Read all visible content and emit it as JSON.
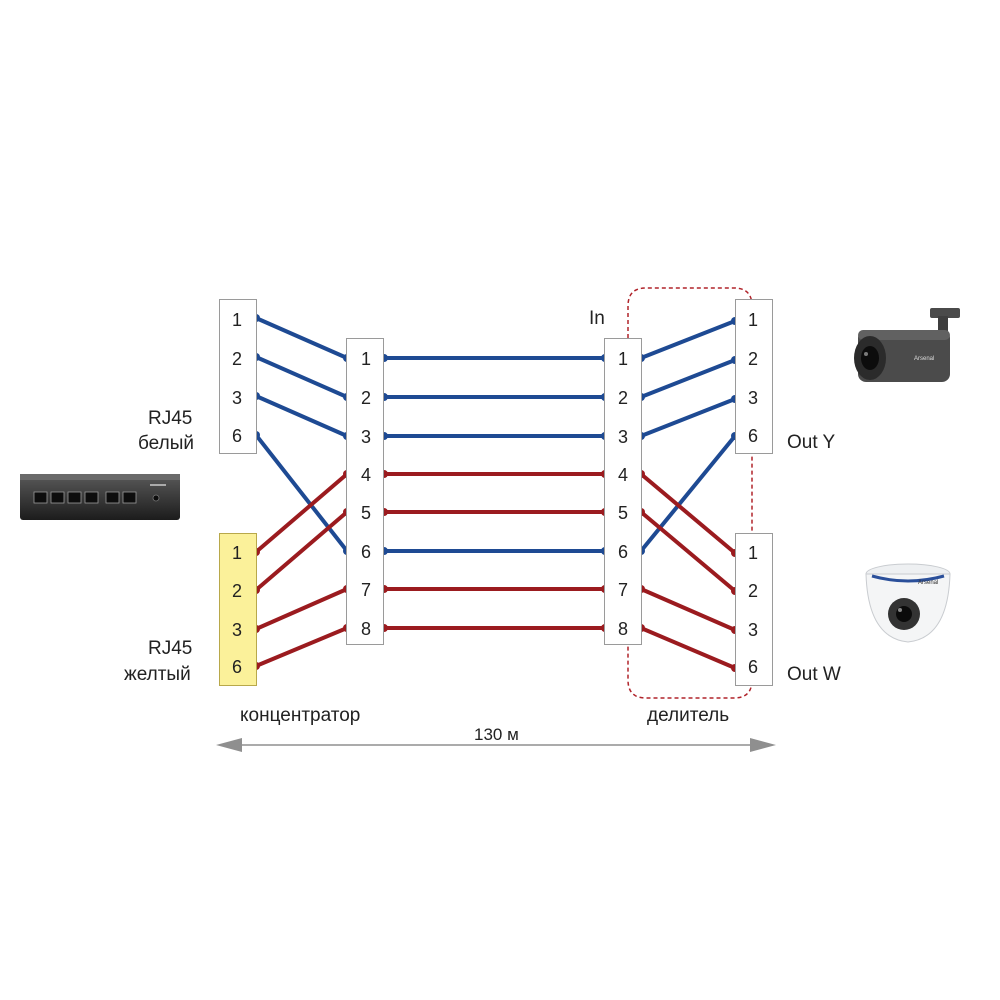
{
  "colors": {
    "blue": "#1e4a93",
    "red": "#9b1b1f",
    "yellow": "#fbf19a",
    "dash": "#b0232a",
    "arrow": "#8f8f8f"
  },
  "icons": {
    "switch": "poe-switch-icon",
    "bullet_camera": "bullet-camera-icon",
    "dome_camera": "dome-camera-icon"
  },
  "labels": {
    "rj45_white_1": "RJ45",
    "rj45_white_2": "белый",
    "rj45_yellow_1": "RJ45",
    "rj45_yellow_2": "желтый",
    "hub": "концентратор",
    "splitter": "делитель",
    "input": "In",
    "out_y": "Out Y",
    "out_w": "Out W",
    "distance": "130 м"
  },
  "connectors": {
    "white_pins": [
      "1",
      "2",
      "3",
      "6"
    ],
    "yellow_pins": [
      "1",
      "2",
      "3",
      "6"
    ],
    "hub_pins": [
      "1",
      "2",
      "3",
      "4",
      "5",
      "6",
      "7",
      "8"
    ],
    "splitter_pins": [
      "1",
      "2",
      "3",
      "4",
      "5",
      "6",
      "7",
      "8"
    ],
    "out_y_pins": [
      "1",
      "2",
      "3",
      "6"
    ],
    "out_w_pins": [
      "1",
      "2",
      "3",
      "6"
    ]
  },
  "wiring": {
    "white_to_hub": [
      [
        "1",
        "1"
      ],
      [
        "2",
        "2"
      ],
      [
        "3",
        "3"
      ],
      [
        "6",
        "6"
      ]
    ],
    "yellow_to_hub": [
      [
        "1",
        "4"
      ],
      [
        "2",
        "5"
      ],
      [
        "3",
        "7"
      ],
      [
        "6",
        "8"
      ]
    ],
    "hub_to_splitter": [
      [
        "1",
        "blue"
      ],
      [
        "2",
        "blue"
      ],
      [
        "3",
        "blue"
      ],
      [
        "4",
        "red"
      ],
      [
        "5",
        "red"
      ],
      [
        "6",
        "blue"
      ],
      [
        "7",
        "red"
      ],
      [
        "8",
        "red"
      ]
    ],
    "splitter_to_out_y": [
      [
        "1",
        "1"
      ],
      [
        "2",
        "2"
      ],
      [
        "3",
        "3"
      ],
      [
        "6",
        "6"
      ]
    ],
    "splitter_to_out_w": [
      [
        "4",
        "1"
      ],
      [
        "5",
        "2"
      ],
      [
        "7",
        "3"
      ],
      [
        "8",
        "6"
      ]
    ]
  }
}
